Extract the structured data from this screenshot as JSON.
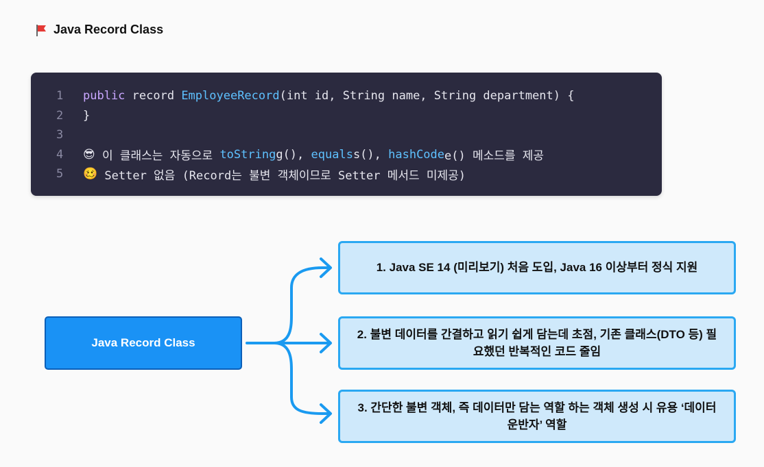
{
  "header": {
    "title": "Java Record Class",
    "icon": "red-flag-icon"
  },
  "code": {
    "lines": [
      {
        "num": "1",
        "parts": [
          "public",
          " record ",
          "EmployeeRecord",
          "(int id, String name, String department) {"
        ]
      },
      {
        "num": "2",
        "text": "}"
      },
      {
        "num": "3",
        "text": ""
      },
      {
        "num": "4",
        "emoji": "😎",
        "parts": [
          " 이 클래스는 자동으로 ",
          "toString",
          "g(), ",
          "equals",
          "s(), ",
          "hashCode",
          "e() 메소드를 제공"
        ]
      },
      {
        "num": "5",
        "emoji": "🥴",
        "text": " Setter 없음 (Record는 불변 객체이므로 Setter 메서드 미제공)"
      }
    ]
  },
  "diagram": {
    "root": "Java Record Class",
    "items": [
      {
        "label": "1. Java SE 14 (미리보기) 처음 도입, Java 16 이상부터 정식 지원"
      },
      {
        "label": "2. 불변 데이터를 간결하고 읽기 쉽게 담는데 초점, 기존 클래스(DTO 등) 필요했던  반복적인 코드 줄임"
      },
      {
        "label": "3. 간단한 불변 객체, 즉 데이터만 담는 역할 하는 객체 생성 시 유용 ‘데이터 운반자’ 역할"
      }
    ]
  },
  "colors": {
    "root": "#1a92f5",
    "node_fill": "#cfe9fb",
    "node_border": "#2aa8f2",
    "connector": "#1a9af0",
    "code_bg": "#2b2a3f"
  }
}
